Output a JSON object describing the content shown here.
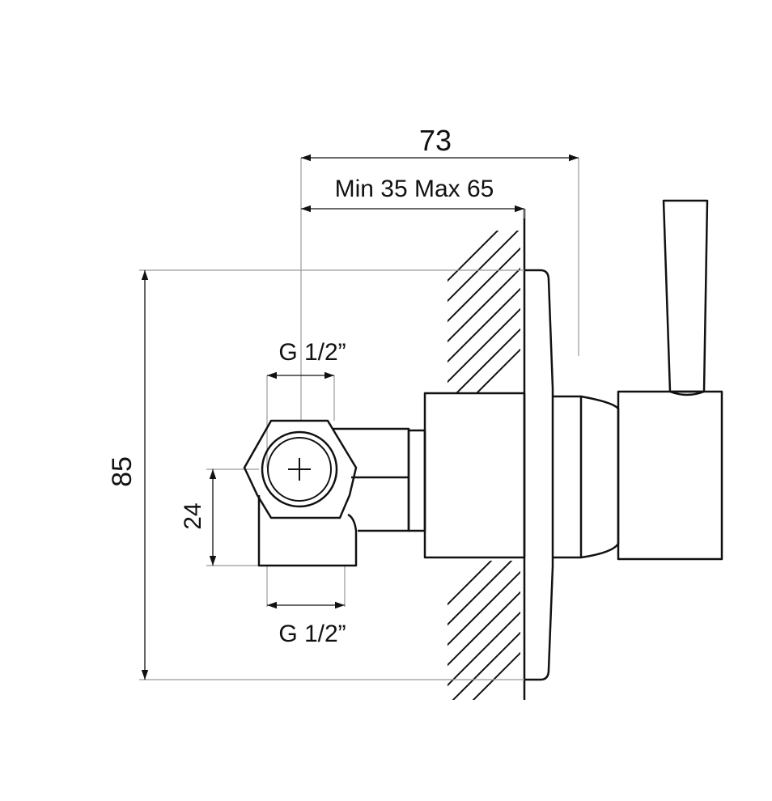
{
  "dimensions": {
    "overall_depth": "73",
    "wall_range": "Min 35 Max 65",
    "overall_height": "85",
    "outlet_offset": "24",
    "inlet_thread_top": "G 1/2”",
    "inlet_thread_bottom": "G 1/2”"
  },
  "colors": {
    "line": "#111111",
    "dim_line": "#999999",
    "background": "#ffffff"
  }
}
